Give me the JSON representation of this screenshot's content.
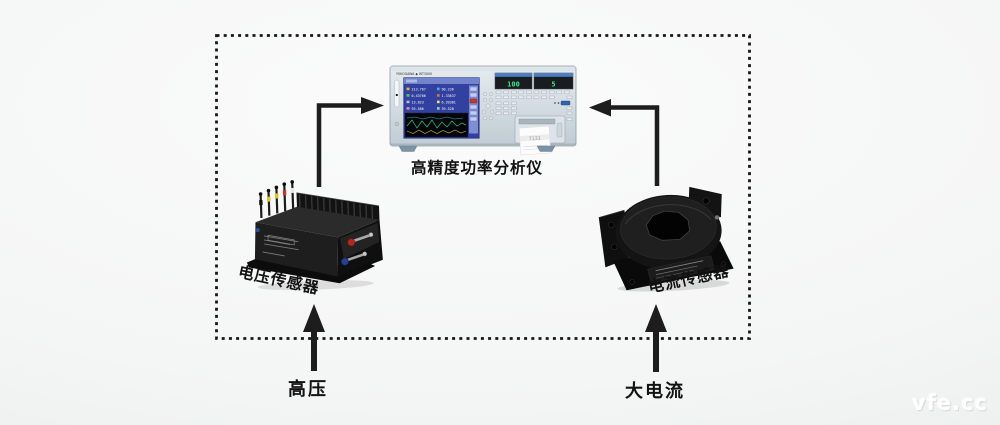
{
  "diagram": {
    "analyzer": {
      "label": "高精度功率分析仪",
      "brand_line": "YOKOGAWA ◆ WT3000",
      "left_display_value": "100",
      "right_display_value": "5",
      "screen_rows": [
        {
          "left": "213.767",
          "right": "90.236"
        },
        {
          "left": "0.43766",
          "right": "1.33637"
        },
        {
          "left": "13.823",
          "right": "6.39381"
        },
        {
          "left": "93.586",
          "right": "39.528"
        }
      ],
      "printer_paper_text": "7131"
    },
    "voltage_sensor": {
      "label": "电压传感器"
    },
    "current_sensor": {
      "label": "电流传感器"
    },
    "source_left": {
      "label": "高压"
    },
    "source_right": {
      "label": "大电流"
    },
    "watermark": "vfe.cc",
    "colors": {
      "arrow": "#1d1d1d",
      "boundary": "#161616",
      "analyzer_body": "#ccd6dd",
      "screen_blue": "#32409f",
      "display_green": "#39e88b",
      "watermark_color": "#ffffff",
      "background": "#f2f3f3"
    }
  }
}
